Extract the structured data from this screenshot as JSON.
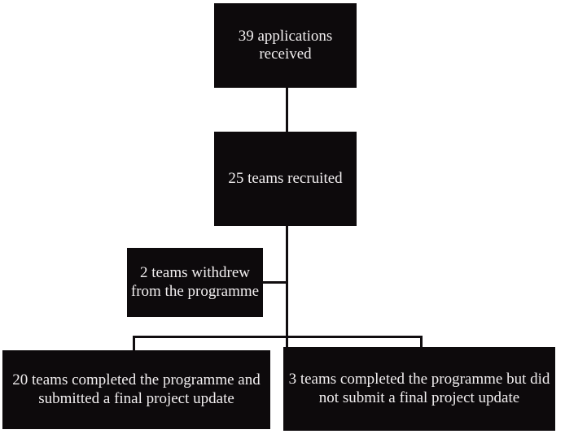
{
  "diagram": {
    "type": "flowchart",
    "colors": {
      "background": "#ffffff",
      "node_fill": "#0d0a0c",
      "node_text": "#f2eff0",
      "connector": "#100d0f"
    },
    "nodes": [
      {
        "id": "applications-received",
        "label": "39 applications\nreceived"
      },
      {
        "id": "teams-recruited",
        "label": "25 teams recruited"
      },
      {
        "id": "teams-withdrew",
        "label": "2 teams withdrew\nfrom the programme"
      },
      {
        "id": "completed-submitted",
        "label": "20 teams completed the programme and\nsubmitted a final project update"
      },
      {
        "id": "completed-not-submitted",
        "label": "3 teams completed the programme but did\nnot submit a final project update"
      }
    ]
  }
}
